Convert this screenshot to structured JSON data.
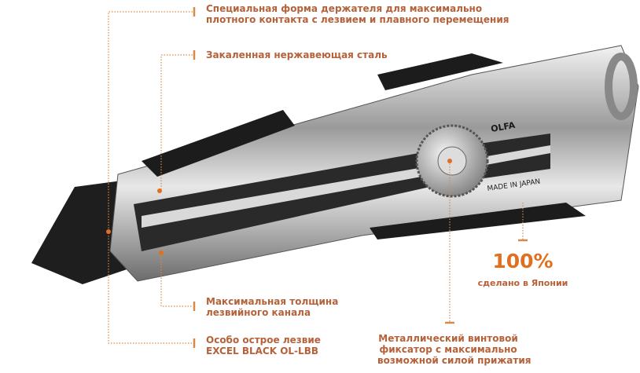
{
  "callouts": {
    "holder_shape": [
      "Специальная форма держателя для максимально",
      "плотного контакта с лезвием и плавного перемещения"
    ],
    "steel": [
      "Закаленная нержавеющая сталь"
    ],
    "channel": [
      "Максимальная толщина",
      "лезвийного канала"
    ],
    "blade": [
      "Особо острое лезвие",
      "EXCEL BLACK OL-LBB"
    ],
    "lock": [
      "Металлический винтовой",
      "фиксатор с максимально",
      "возможной силой прижатия"
    ]
  },
  "badge": {
    "value": "100%",
    "text": "сделано в Японии"
  },
  "product_markings": {
    "made_in": "MADE IN JAPAN",
    "brand": "OLFA"
  },
  "colors": {
    "label_text": "#b5623a",
    "accent": "#e07020",
    "dots": "#d68a4a"
  }
}
